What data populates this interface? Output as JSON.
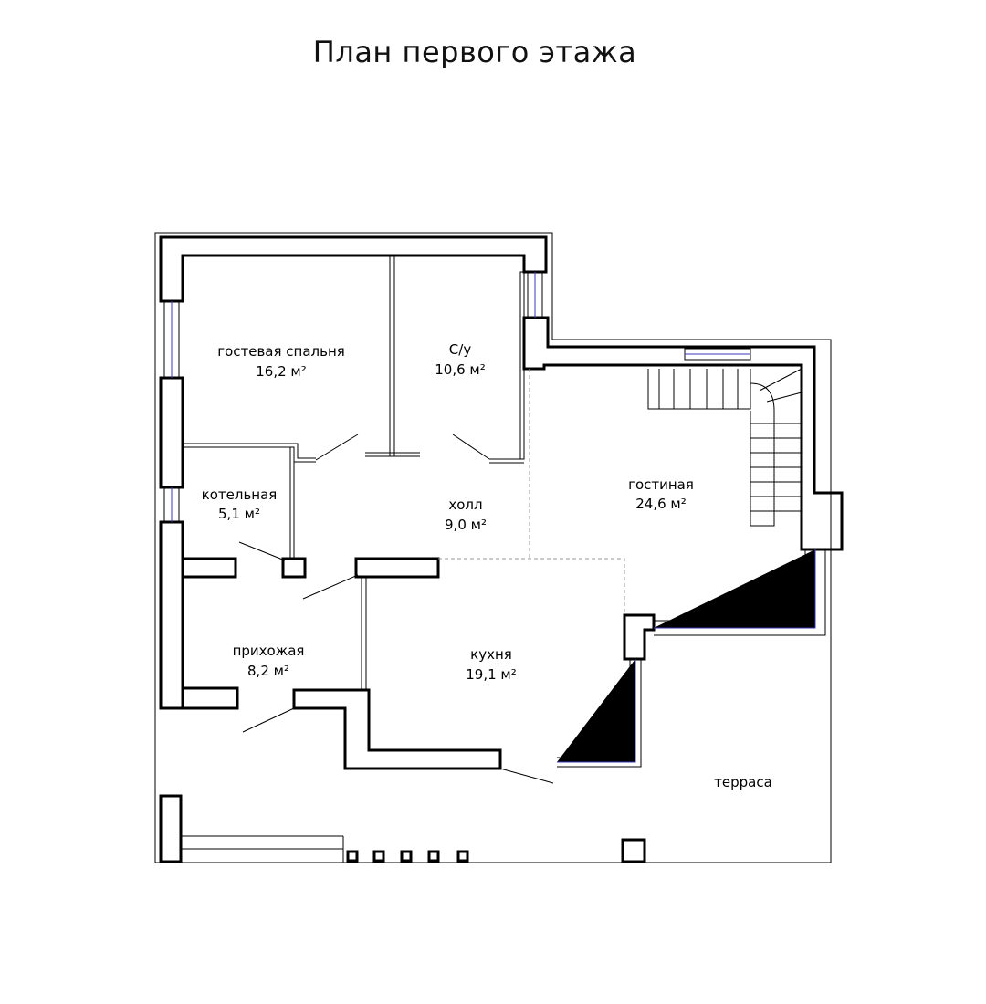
{
  "title": "План первого этажа",
  "rooms": [
    {
      "name": "гостевая спальня",
      "area": "16,2 м²"
    },
    {
      "name": "С/у",
      "area": "10,6 м²"
    },
    {
      "name": "котельная",
      "area": "5,1 м²"
    },
    {
      "name": "холл",
      "area": "9,0 м²"
    },
    {
      "name": "гостиная",
      "area": "24,6 м²"
    },
    {
      "name": "прихожая",
      "area": "8,2 м²"
    },
    {
      "name": "кухня",
      "area": "19,1 м²"
    }
  ],
  "terrace": {
    "name": "терраса"
  }
}
